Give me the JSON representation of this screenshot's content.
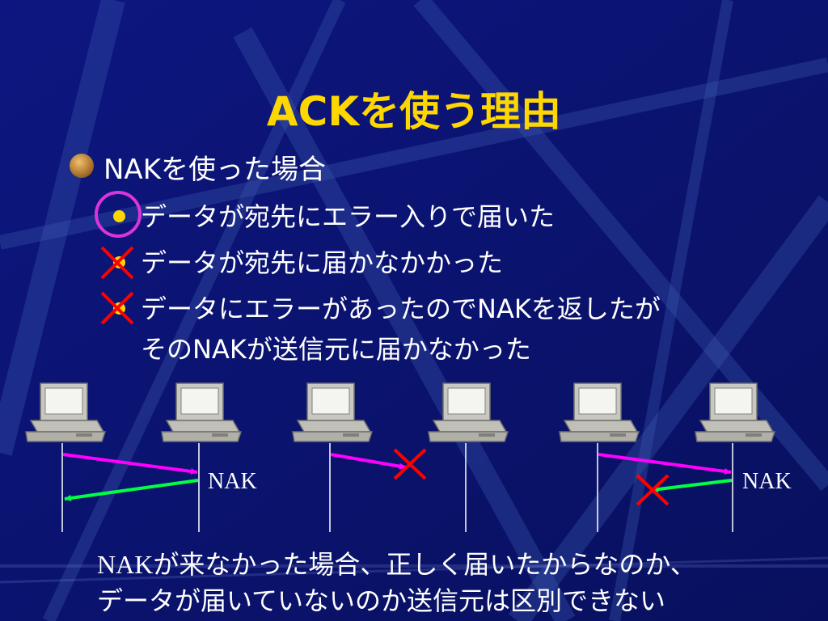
{
  "slide": {
    "title_ack": "ACK",
    "title_rest": "を使う理由",
    "bullet_main": "NAKを使った場合",
    "sub_items": [
      "データが宛先にエラー入りで届いた",
      "データが宛先に届かなかかった",
      "データにエラーがあったのでNAKを返したが",
      "そのNAKが送信元に届かなかった"
    ],
    "nak_labels": [
      "NAK",
      "NAK"
    ],
    "bottom_en": "NAK",
    "bottom_line1_rest": "が来なかった場合、正しく届いたからなのか、",
    "bottom_line2": "データが届いていないのか送信元は区別できない"
  },
  "colors": {
    "background": "#0b1070",
    "title": "#ffd700",
    "send_arrow": "#ff00ff",
    "nak_arrow": "#00ff44",
    "cross": "#ff0000",
    "circle_mark": "#dd33dd"
  },
  "icons": [
    "computer-icon",
    "cross-mark-icon",
    "circle-mark-icon"
  ]
}
